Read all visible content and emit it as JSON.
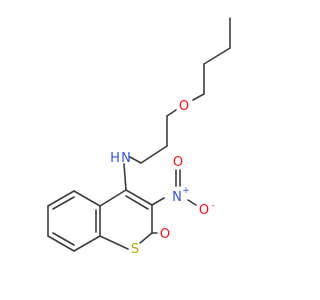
{
  "molecule": {
    "atoms": {
      "ether_o": {
        "label": "O",
        "color": "#ff0d0d"
      },
      "amine_n": {
        "label": "N",
        "color": "#3050f8"
      },
      "amine_h": {
        "label": "H",
        "color": "#3050f8"
      },
      "nitro_n": {
        "label": "N",
        "color": "#3050f8"
      },
      "nitro_n_charge": {
        "label": "+",
        "color": "#3050f8"
      },
      "nitro_o_top": {
        "label": "O",
        "color": "#ff0d0d"
      },
      "nitro_o_right": {
        "label": "O",
        "color": "#ff0d0d"
      },
      "nitro_o_charge": {
        "label": "-",
        "color": "#ff0d0d"
      },
      "ring_s": {
        "label": "S",
        "color": "#b8a600"
      },
      "carbonyl_o": {
        "label": "O",
        "color": "#ff0d0d"
      }
    },
    "bond_color": "#3c3c3c"
  }
}
